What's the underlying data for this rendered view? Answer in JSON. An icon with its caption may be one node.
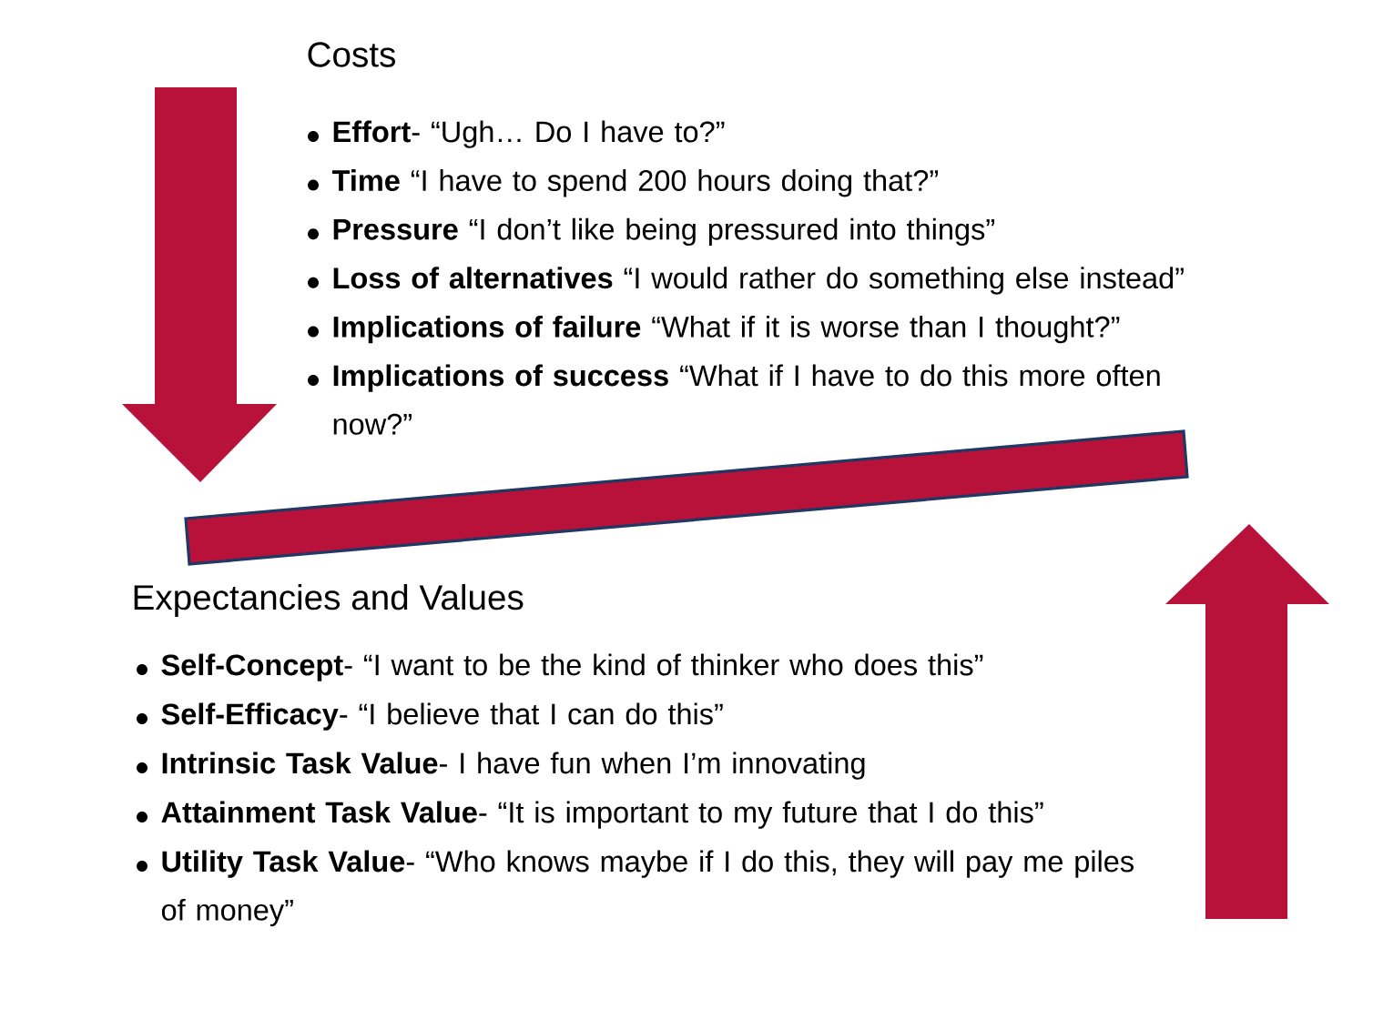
{
  "diagram": {
    "labels": [
      "Costs",
      "**Effort**- “Ugh… Do I have to?”",
      "**Time** “I have to spend 200 hours doing that?”",
      "**Pressure** “I don’t like being pressured into things”",
      "**Loss of alternatives** “I would rather do something else instead”",
      "**Implications of failure** “What if it is worse than I thought?”",
      "**Implications of success** “What if I have to do this more often now?”",
      "Expectancies and Values",
      "**Self-Concept**- “I want to be the kind of thinker who does this”",
      "**Self-Efficacy**- “I believe that I can do this”",
      "**Intrinsic Task Value**- I have fun when I’m innovating",
      "**Attainment Task Value**- “It is important to my future that I do this”",
      "**Utility Task Value**- “Who knows maybe if I do this, they will pay me piles of money”"
    ]
  }
}
